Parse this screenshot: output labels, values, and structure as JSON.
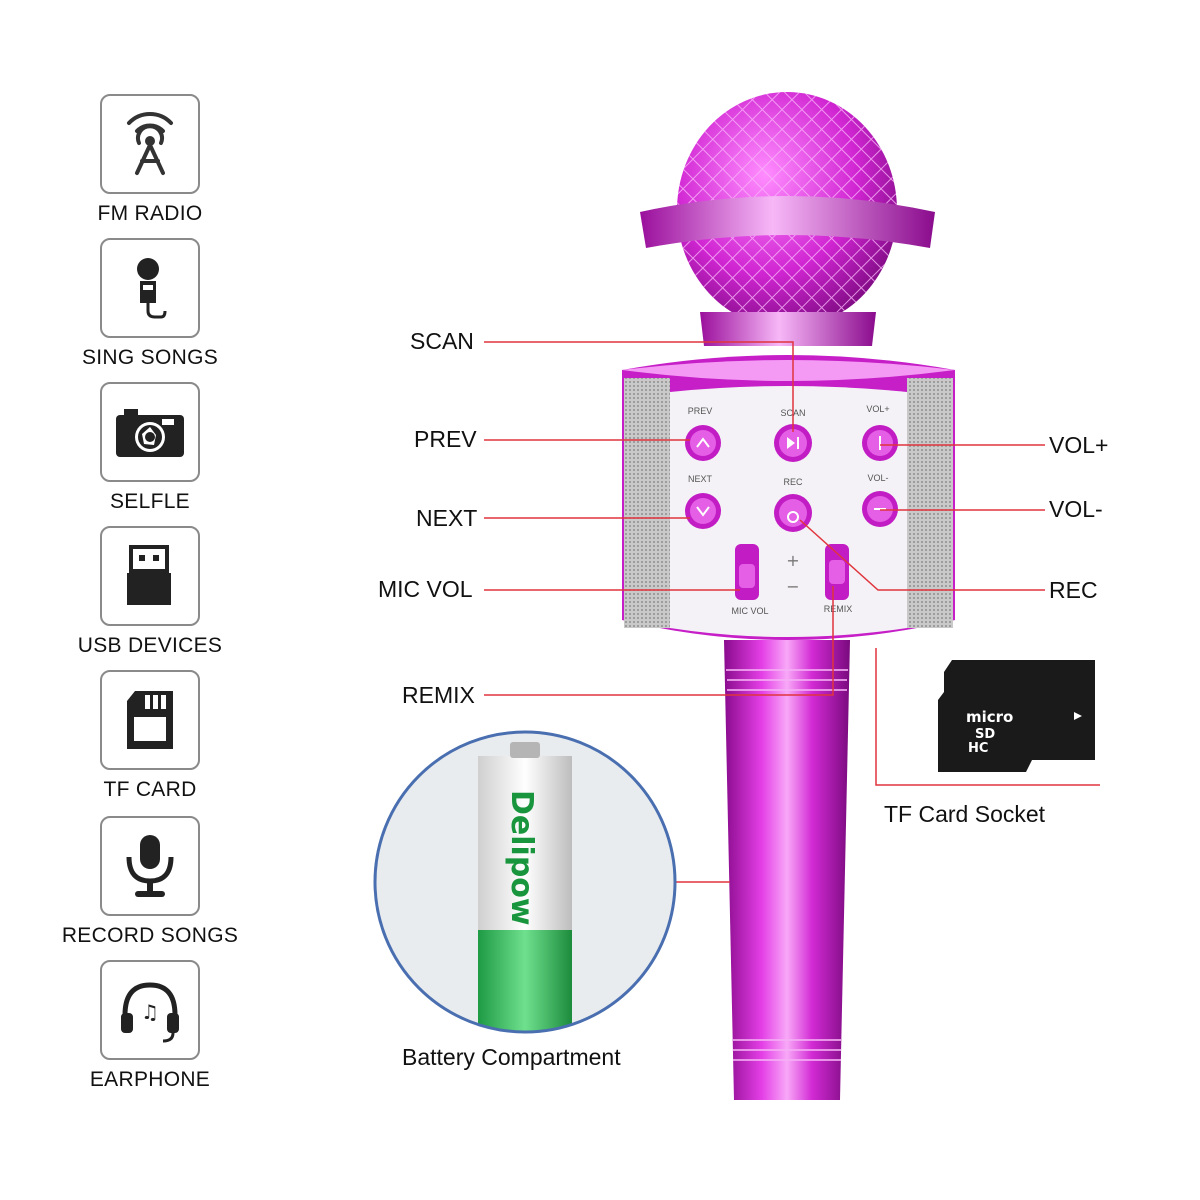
{
  "features": [
    {
      "label": "FM RADIO",
      "icon": "radio-tower-icon"
    },
    {
      "label": "SING SONGS",
      "icon": "microphone-icon"
    },
    {
      "label": "SELFLE",
      "icon": "camera-icon"
    },
    {
      "label": "USB DEVICES",
      "icon": "usb-icon"
    },
    {
      "label": "TF CARD",
      "icon": "sd-card-icon"
    },
    {
      "label": "RECORD SONGS",
      "icon": "record-mic-icon"
    },
    {
      "label": "EARPHONE",
      "icon": "headphones-icon"
    }
  ],
  "callouts": {
    "scan": "SCAN",
    "prev": "PREV",
    "next": "NEXT",
    "mic_vol": "MIC VOL",
    "remix": "REMIX",
    "vol_up": "VOL+",
    "vol_down": "VOL-",
    "rec": "REC"
  },
  "panel_labels": {
    "prev": "PREV",
    "scan": "SCAN",
    "vol_up": "VOL+",
    "next": "NEXT",
    "rec": "REC",
    "vol_down": "VOL-",
    "plus": "+",
    "minus": "−",
    "mic_vol": "MIC VOL",
    "remix": "REMIX"
  },
  "microsd": {
    "brand_line1": "micro",
    "brand_line2": "SD",
    "brand_line3": "HC"
  },
  "battery_brand": "Delipow",
  "battery_compartment_caption": "Battery Compartment",
  "tf_socket_caption": "TF Card Socket",
  "colors": {
    "mic_pink": "#c21cc4",
    "mic_pink_light": "#f06cf0",
    "callout_line": "#e0343d",
    "icon_border": "#8a8a8a",
    "speaker_grille": "#b9b9b9",
    "panel": "#f4f2f6"
  }
}
